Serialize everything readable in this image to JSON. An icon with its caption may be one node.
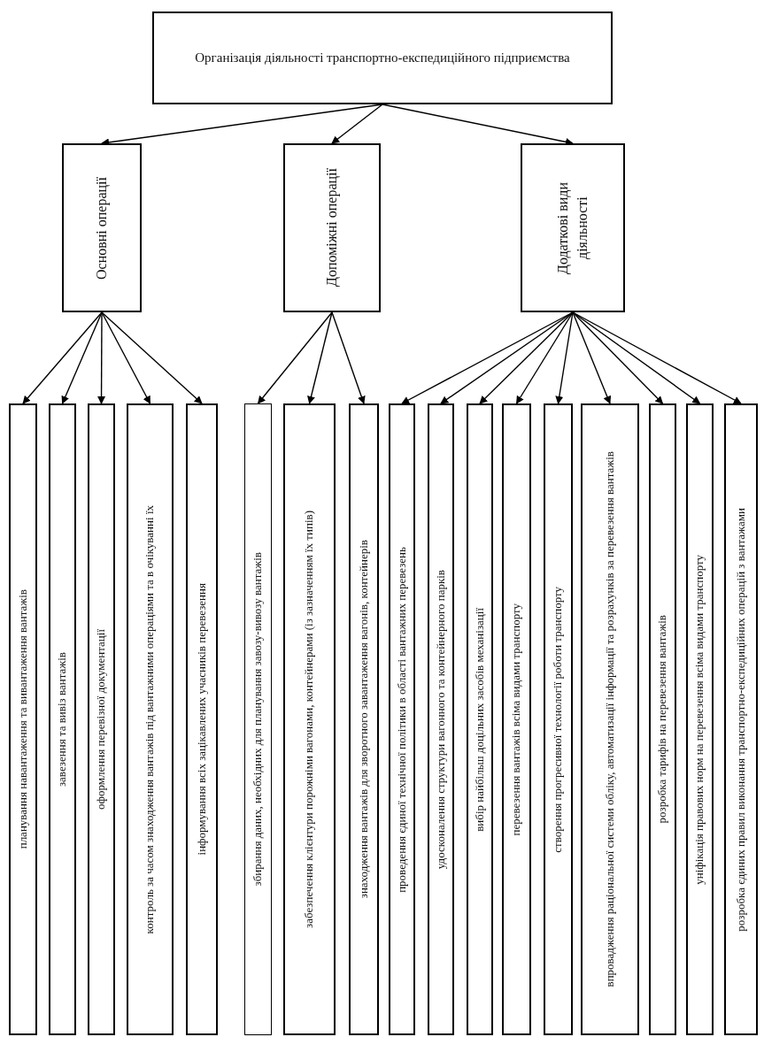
{
  "diagram": {
    "nodes": [
      {
        "text": [
          "Організація діяльності транспортно-експедиційного підприємства"
        ]
      },
      {
        "text": [
          "Основні операції"
        ]
      },
      {
        "text": [
          "Допоміжні операції"
        ]
      },
      {
        "text": [
          "Додаткові види діяльності"
        ]
      },
      {
        "text": [
          "планування навантаження та вивантаження вантажів"
        ]
      },
      {
        "text": [
          "завезення та вивіз вантажів"
        ]
      },
      {
        "text": [
          "оформлення перевізної документації"
        ]
      },
      {
        "text": [
          "контроль за часом знаходження вантажів під вантажними операціями та в очікуванні їх"
        ]
      },
      {
        "text": [
          "інформування всіх зацікавлених учасників перевезення"
        ]
      },
      {
        "text": [
          "збирання даних, необхідних для планування завозу-вивозу вантажів"
        ]
      },
      {
        "text": [
          "забезпечення клієнтури порожніми вагонами, контейнерами (із зазначенням їх типів)"
        ]
      },
      {
        "text": [
          "знаходження вантажів для зворотного завантаження вагонів, контейнерів"
        ]
      },
      {
        "text": [
          "проведення єдиної технічної політики в області вантажних перевезень"
        ]
      },
      {
        "text": [
          "удосконалення структури вагонного та контейнерного парків"
        ]
      },
      {
        "text": [
          "вибір найбільш доцільних засобів механізації"
        ]
      },
      {
        "text": [
          "перевезення вантажів всіма видами транспорту"
        ]
      },
      {
        "text": [
          "створення прогресивної технології роботи транспорту"
        ]
      },
      {
        "text": [
          "впровадження раціональної системи обліку, автоматизації інформації та розрахунків за перевезення вантажів"
        ]
      },
      {
        "text": [
          "розробка тарифів на перевезення вантажів"
        ]
      },
      {
        "text": [
          "уніфікація правових норм на перевезення всіма видами транспорту"
        ]
      },
      {
        "text": [
          "розробка єдиних правил виконання транспортно-експедиційних операцій з вантажами"
        ]
      }
    ],
    "edges": [
      {
        "from": 0,
        "to": 1,
        "arrow": "to"
      },
      {
        "from": 0,
        "to": 2,
        "arrow": "to"
      },
      {
        "from": 0,
        "to": 3,
        "arrow": "to"
      },
      {
        "from": 1,
        "to": 4,
        "arrow": "to"
      },
      {
        "from": 1,
        "to": 5,
        "arrow": "to"
      },
      {
        "from": 1,
        "to": 6,
        "arrow": "to"
      },
      {
        "from": 1,
        "to": 7,
        "arrow": "to"
      },
      {
        "from": 1,
        "to": 8,
        "arrow": "to"
      },
      {
        "from": 2,
        "to": 9,
        "arrow": "to"
      },
      {
        "from": 2,
        "to": 10,
        "arrow": "to"
      },
      {
        "from": 2,
        "to": 11,
        "arrow": "to"
      },
      {
        "from": 3,
        "to": 12,
        "arrow": "to"
      },
      {
        "from": 3,
        "to": 13,
        "arrow": "to"
      },
      {
        "from": 3,
        "to": 14,
        "arrow": "to"
      },
      {
        "from": 3,
        "to": 15,
        "arrow": "to"
      },
      {
        "from": 3,
        "to": 16,
        "arrow": "to"
      },
      {
        "from": 3,
        "to": 17,
        "arrow": "to"
      },
      {
        "from": 3,
        "to": 18,
        "arrow": "to"
      },
      {
        "from": 3,
        "to": 19,
        "arrow": "to"
      },
      {
        "from": 3,
        "to": 20,
        "arrow": "to"
      }
    ]
  }
}
